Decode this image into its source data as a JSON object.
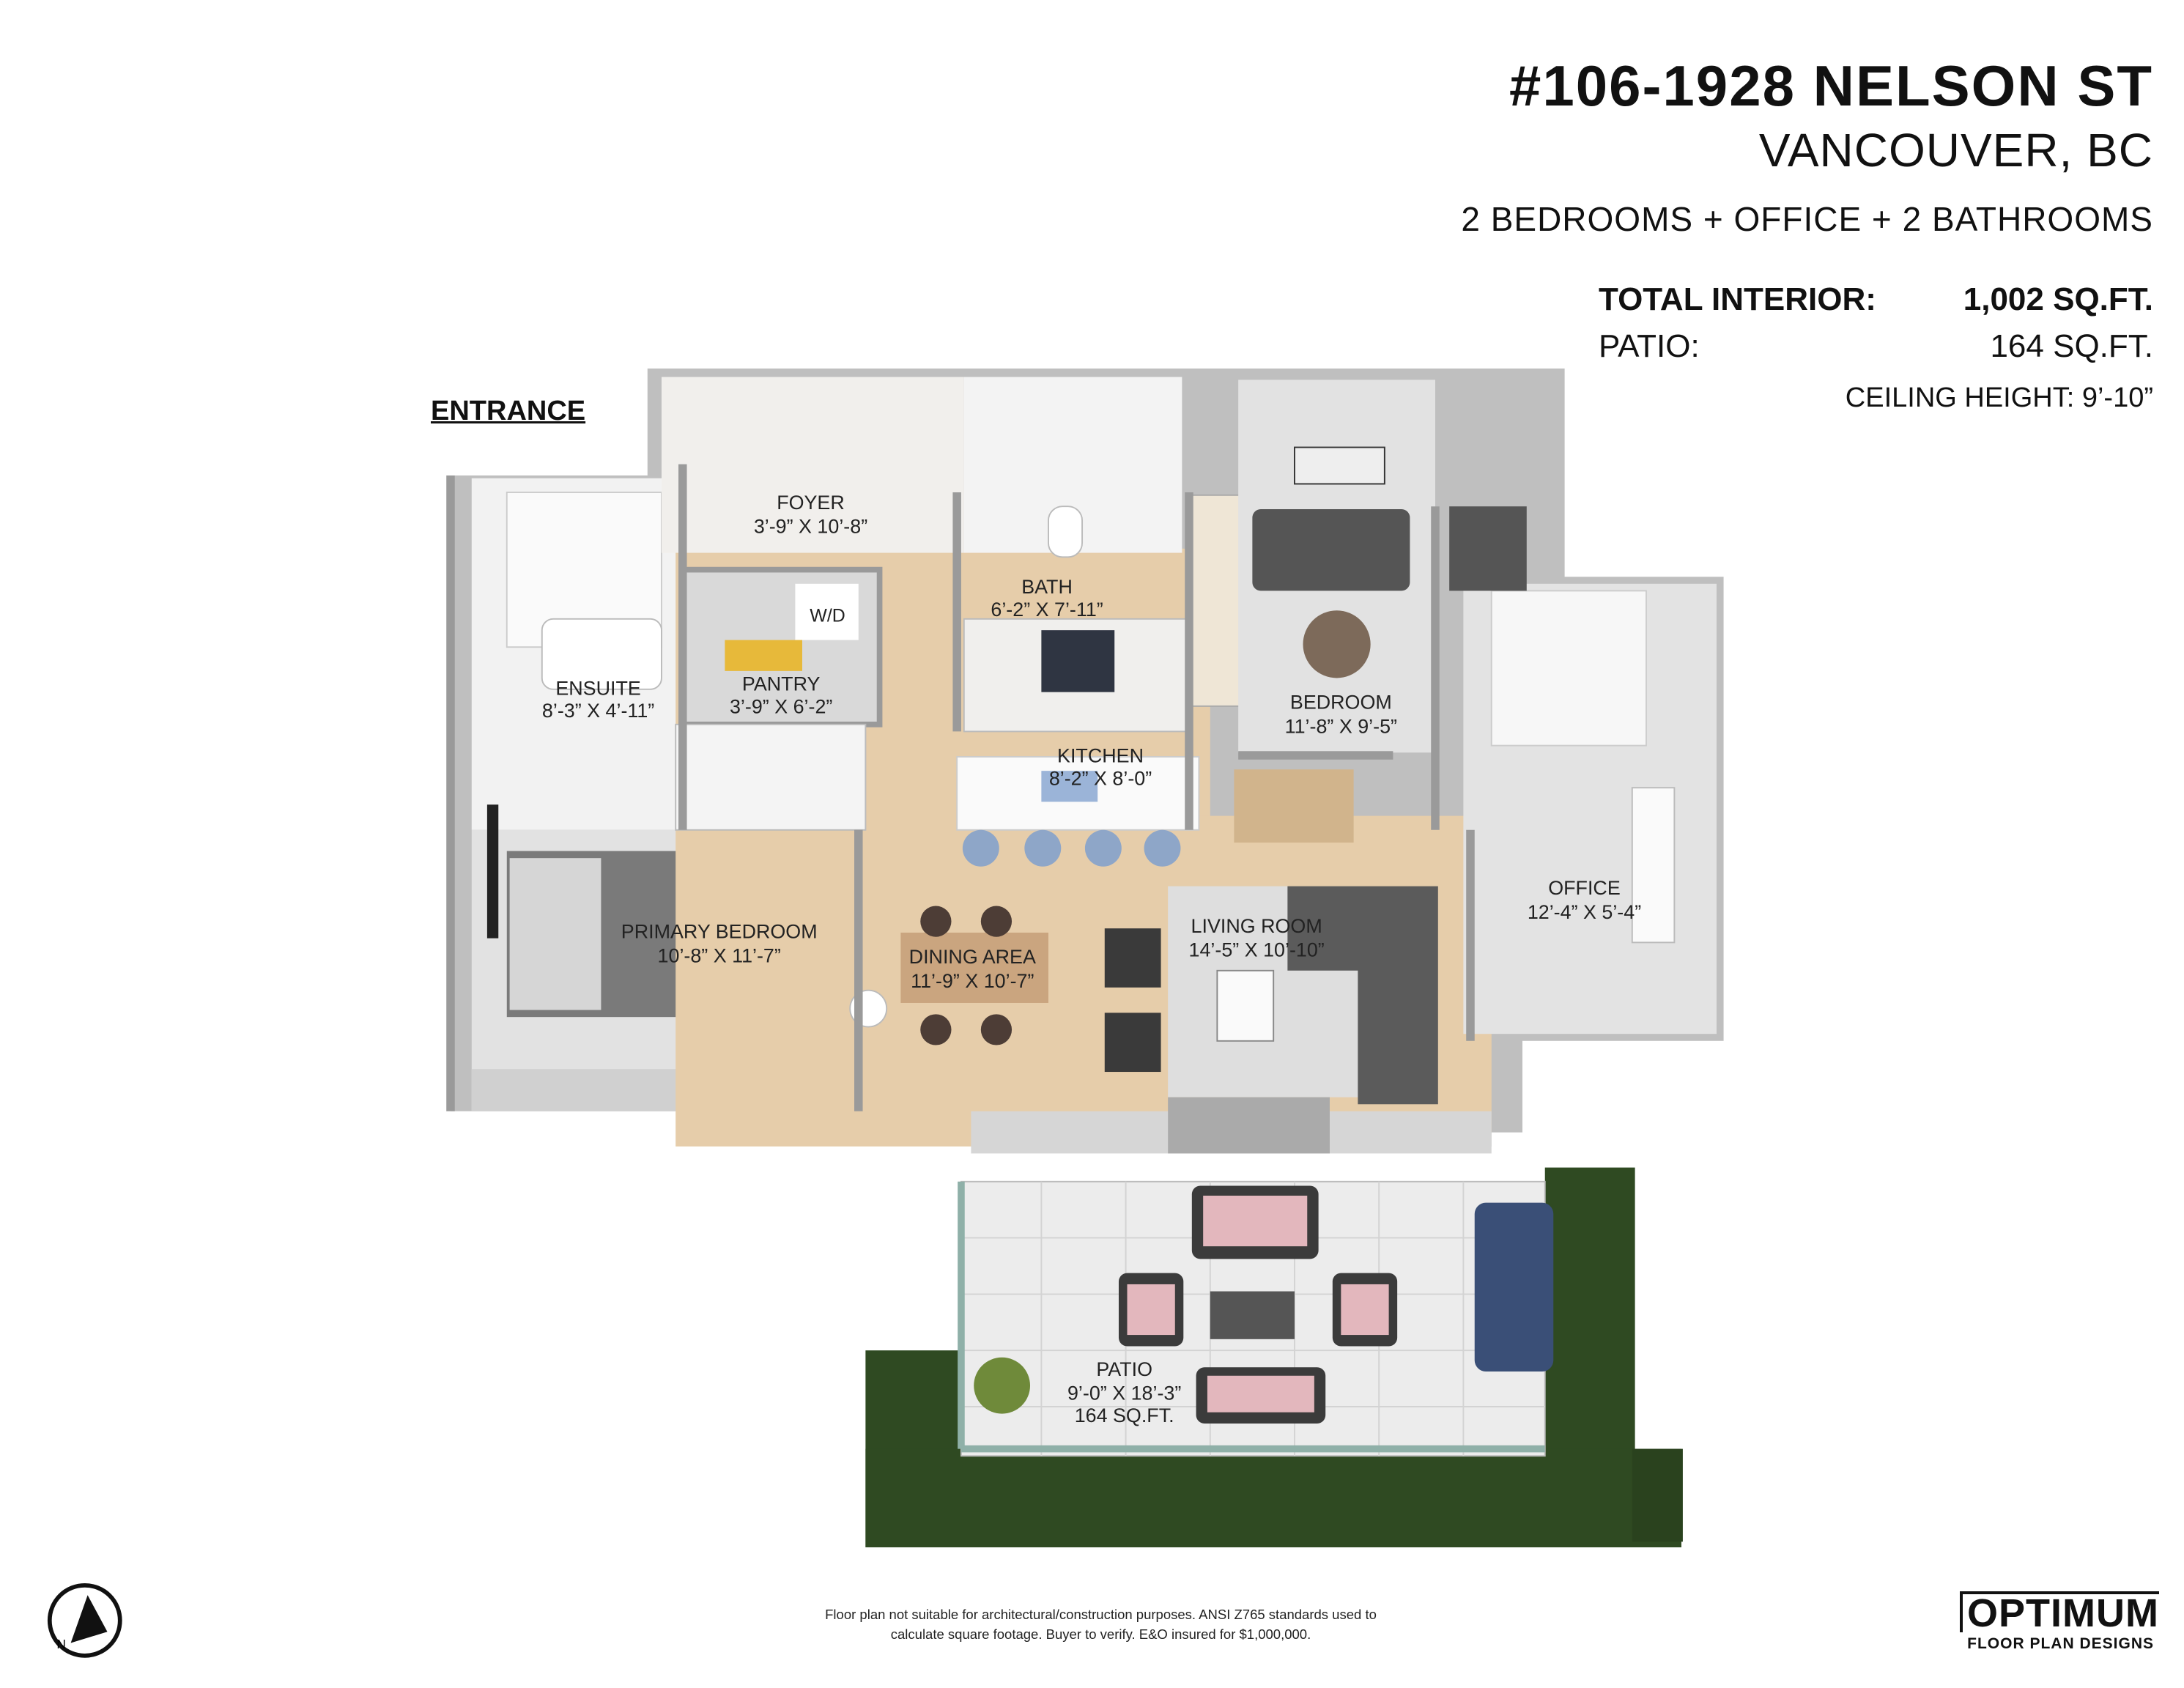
{
  "header": {
    "title": "#106-1928 NELSON ST",
    "city": "VANCOUVER, BC",
    "summary": "2 BEDROOMS + OFFICE + 2 BATHROOMS"
  },
  "stats": {
    "interior_label": "TOTAL INTERIOR:",
    "interior_value": "1,002 SQ.FT.",
    "patio_label": "PATIO:",
    "patio_value": "164 SQ.FT.",
    "ceiling": "CEILING HEIGHT: 9’-10”"
  },
  "entrance_label": "ENTRANCE",
  "rooms": {
    "foyer": {
      "name": "FOYER",
      "dims": "3’-9” X 10’-8”"
    },
    "bath": {
      "name": "BATH",
      "dims": "6’-2” X 7’-11”"
    },
    "wd": {
      "name": "W/D"
    },
    "ensuite": {
      "name": "ENSUITE",
      "dims": "8’-3” X 4’-11”"
    },
    "pantry": {
      "name": "PANTRY",
      "dims": "3’-9” X 6’-2”"
    },
    "kitchen": {
      "name": "KITCHEN",
      "dims": "8’-2” X 8’-0”"
    },
    "bedroom": {
      "name": "BEDROOM",
      "dims": "11’-8” X 9’-5”"
    },
    "primary": {
      "name": "PRIMARY BEDROOM",
      "dims": "10’-8” X 11’-7”"
    },
    "dining": {
      "name": "DINING AREA",
      "dims": "11’-9” X 10’-7”"
    },
    "living": {
      "name": "LIVING ROOM",
      "dims": "14’-5” X 10’-10”"
    },
    "office": {
      "name": "OFFICE",
      "dims": "12’-4” X 5’-4”"
    },
    "patio": {
      "name": "PATIO",
      "dims": "9’-0” X 18’-3”",
      "area": "164 SQ.FT."
    }
  },
  "footer": {
    "disclaimer_line1": "Floor plan not suitable for architectural/construction purposes. ANSI Z765 standards used to",
    "disclaimer_line2": "calculate square footage. Buyer to verify.  E&O insured for $1,000,000.",
    "logo_main": "OPTIMUM",
    "logo_sub": "FLOOR PLAN DESIGNS",
    "compass_letter": "N"
  },
  "colors": {
    "wood": "#e6cdaa",
    "carpet": "#e2e2e2",
    "wall": "#9a9a9a",
    "hedge": "#2f4a22",
    "sofa": "#5b5b5b",
    "patio_chair": "#e3b7bd"
  }
}
